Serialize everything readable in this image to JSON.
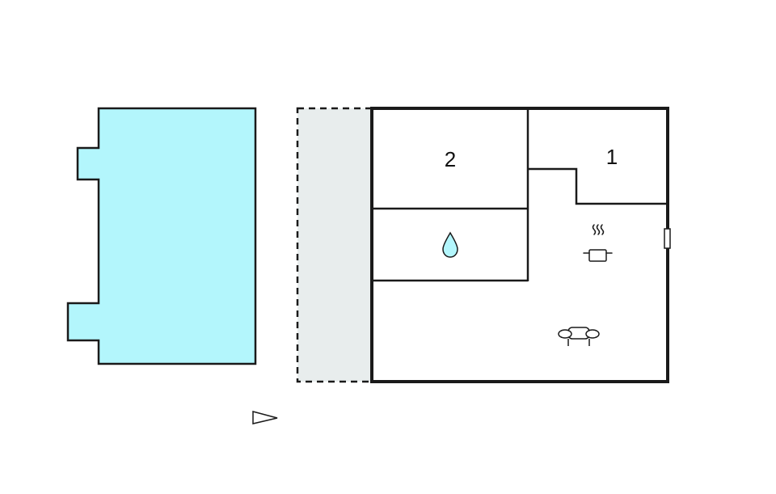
{
  "floorplan": {
    "rooms": [
      {
        "name": "bedroom-2",
        "label": "2"
      },
      {
        "name": "bedroom-1",
        "label": "1"
      }
    ],
    "icons": [
      "water-drop-icon",
      "cooking-pot-icon",
      "sofa-icon",
      "compass-arrow-icon"
    ],
    "colors": {
      "pool": "#b3f6fc",
      "terrace": "#e8eded",
      "walls": "#1a1a1a",
      "water_drop": "#b3f6fc"
    }
  }
}
